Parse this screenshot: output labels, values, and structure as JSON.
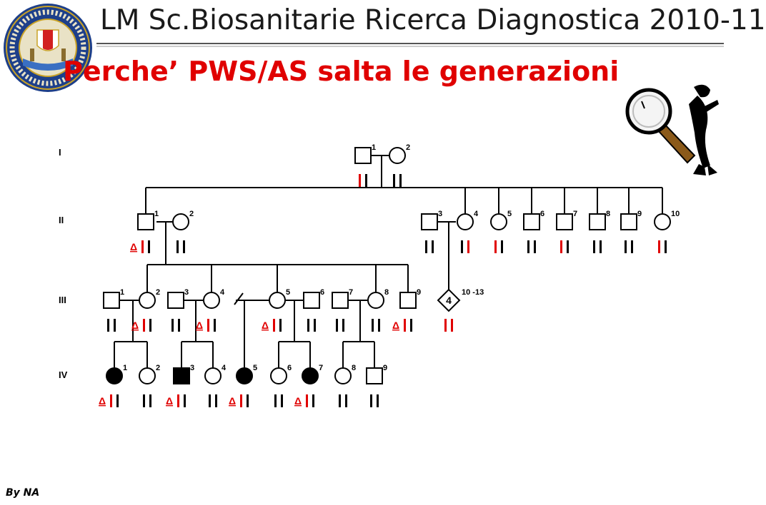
{
  "header": {
    "title": "LM Sc.Biosanitarie Ricerca Diagnostica 2010-11"
  },
  "slide": {
    "title": "Perche’ PWS/AS salta le generazioni"
  },
  "footer": {
    "credit": "By NA"
  },
  "colors": {
    "red": "#e00000",
    "black": "#000000",
    "seal_blue": "#1d3f8a",
    "seal_gold": "#c9a227"
  },
  "icons": {
    "seal": "university-seal-icon",
    "magnifier": "magnifier-detective-icon"
  },
  "pedigree": {
    "generations": [
      {
        "id": "g1",
        "label": "I",
        "individuals": [
          {
            "num": "1",
            "sex": "male",
            "affected": false,
            "chrom": "RB"
          },
          {
            "num": "2",
            "sex": "female",
            "affected": false,
            "chrom": "BB"
          }
        ]
      },
      {
        "id": "g2",
        "label": "II",
        "individuals": [
          {
            "num": "1",
            "sex": "male",
            "affected": false,
            "chrom": "DB"
          },
          {
            "num": "2",
            "sex": "female",
            "affected": false,
            "chrom": "BB"
          },
          {
            "num": "3",
            "sex": "male",
            "affected": false,
            "chrom": "BB"
          },
          {
            "num": "4",
            "sex": "female",
            "affected": false,
            "chrom": "BR"
          },
          {
            "num": "5",
            "sex": "female",
            "affected": false,
            "chrom": "RB"
          },
          {
            "num": "6",
            "sex": "male",
            "affected": false,
            "chrom": "BB"
          },
          {
            "num": "7",
            "sex": "male",
            "affected": false,
            "chrom": "RB"
          },
          {
            "num": "8",
            "sex": "male",
            "affected": false,
            "chrom": "BB"
          },
          {
            "num": "9",
            "sex": "male",
            "affected": false,
            "chrom": "BB"
          },
          {
            "num": "10",
            "sex": "female",
            "affected": false,
            "chrom": "RB"
          }
        ]
      },
      {
        "id": "g3",
        "label": "III",
        "individuals": [
          {
            "num": "1",
            "sex": "male",
            "affected": false,
            "chrom": "BB"
          },
          {
            "num": "2",
            "sex": "female",
            "affected": false,
            "chrom": "DB"
          },
          {
            "num": "3",
            "sex": "male",
            "affected": false,
            "chrom": "BB"
          },
          {
            "num": "4",
            "sex": "female",
            "affected": false,
            "chrom": "DB"
          },
          {
            "num": "5",
            "sex": "female",
            "affected": false,
            "chrom": "DB"
          },
          {
            "num": "6",
            "sex": "male",
            "affected": false,
            "chrom": "BB"
          },
          {
            "num": "7",
            "sex": "male",
            "affected": false,
            "chrom": "BB"
          },
          {
            "num": "8",
            "sex": "female",
            "affected": false,
            "chrom": "BB"
          },
          {
            "num": "9",
            "sex": "male",
            "affected": false,
            "chrom": "DB"
          },
          {
            "num": "10 -13",
            "sex": "unknown",
            "affected": false,
            "chrom": "RR",
            "count": "4"
          }
        ]
      },
      {
        "id": "g4",
        "label": "IV",
        "individuals": [
          {
            "num": "1",
            "sex": "female",
            "affected": true,
            "chrom": "DB"
          },
          {
            "num": "2",
            "sex": "female",
            "affected": false,
            "chrom": "BB"
          },
          {
            "num": "3",
            "sex": "male",
            "affected": true,
            "chrom": "DB"
          },
          {
            "num": "4",
            "sex": "female",
            "affected": false,
            "chrom": "BB"
          },
          {
            "num": "5",
            "sex": "female",
            "affected": true,
            "chrom": "DB"
          },
          {
            "num": "6",
            "sex": "female",
            "affected": false,
            "chrom": "BB"
          },
          {
            "num": "7",
            "sex": "female",
            "affected": true,
            "chrom": "DB"
          },
          {
            "num": "8",
            "sex": "female",
            "affected": false,
            "chrom": "BB"
          },
          {
            "num": "9",
            "sex": "male",
            "affected": false,
            "chrom": "BB"
          }
        ]
      }
    ],
    "deletion_symbol": "Δ"
  }
}
